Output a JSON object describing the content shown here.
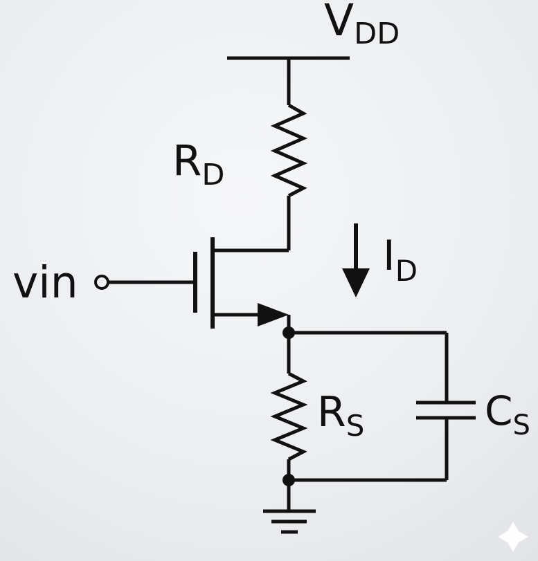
{
  "labels": {
    "vdd": {
      "main": "V",
      "sub": "DD"
    },
    "rd": {
      "main": "R",
      "sub": "D"
    },
    "id": {
      "main": "I",
      "sub": "D"
    },
    "rs": {
      "main": "R",
      "sub": "S"
    },
    "cs": {
      "main": "C",
      "sub": "S"
    },
    "vin": "vin"
  },
  "colors": {
    "ink": "#111111",
    "background": "#eceef1",
    "sparkle": "#ffffff"
  },
  "icons": {
    "watermark": "sparkle-icon"
  }
}
